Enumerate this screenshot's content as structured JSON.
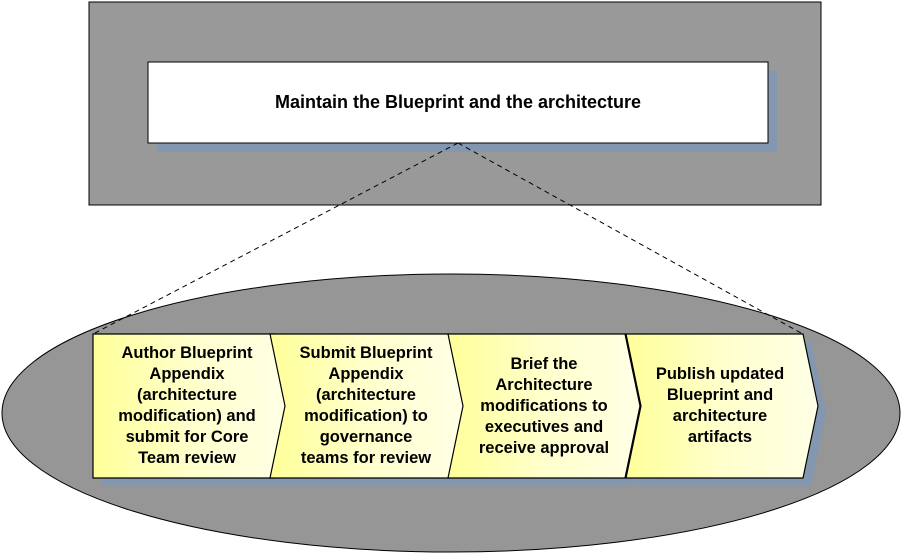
{
  "top_process": {
    "title": "Maintain the Blueprint and the architecture"
  },
  "steps": [
    {
      "lines": [
        "Author Blueprint",
        "Appendix",
        "(architecture",
        "modification) and",
        "submit for Core",
        "Team review"
      ]
    },
    {
      "lines": [
        "Submit Blueprint",
        "Appendix",
        "(architecture",
        "modification) to",
        "governance",
        "teams for review"
      ]
    },
    {
      "lines": [
        "Brief the",
        "Architecture",
        "modifications to",
        "executives and",
        "receive approval"
      ]
    },
    {
      "lines": [
        "Publish updated",
        "Blueprint and",
        "architecture",
        "artifacts"
      ]
    }
  ],
  "colors": {
    "outer_frame": "#999999",
    "title_box": "#ffffff",
    "shadow": "#8497b0",
    "ellipse": "#969696",
    "step_fill_light": "#ffffcc",
    "step_fill_dark": "#ffff99",
    "stroke": "#000000"
  }
}
